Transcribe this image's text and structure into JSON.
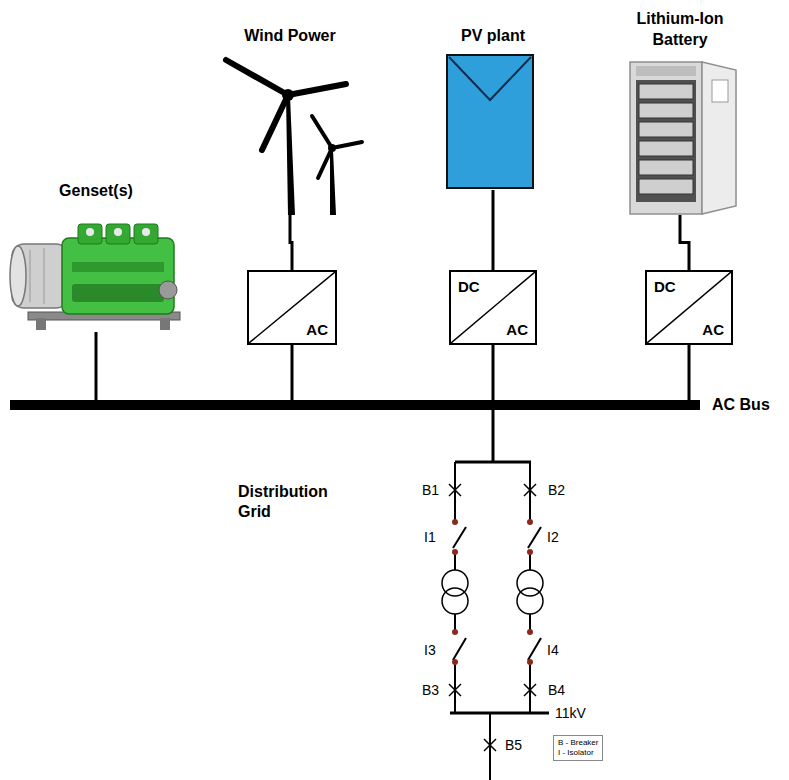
{
  "diagram": {
    "nodes": [
      {
        "text": [
          "Genset(s)"
        ]
      },
      {
        "text": [
          "Wind Power"
        ]
      },
      {
        "text": [
          "PV plant"
        ]
      },
      {
        "text": [
          "Lithium-Ion Battery"
        ]
      },
      {
        "text": [
          "AC"
        ]
      },
      {
        "text": [
          "DC",
          "AC"
        ]
      },
      {
        "text": [
          "DC",
          "AC"
        ]
      },
      {
        "text": [
          "AC Bus"
        ]
      },
      {
        "text": [
          "B - Breaker",
          "I - Isolator"
        ]
      }
    ],
    "edges": [
      {
        "from": 0,
        "to": 7,
        "arrow": "none"
      },
      {
        "from": 1,
        "to": 4,
        "arrow": "none"
      },
      {
        "from": 4,
        "to": 7,
        "arrow": "none"
      },
      {
        "from": 2,
        "to": 5,
        "arrow": "none"
      },
      {
        "from": 5,
        "to": 7,
        "arrow": "none"
      },
      {
        "from": 3,
        "to": 6,
        "arrow": "none"
      },
      {
        "from": 6,
        "to": 7,
        "arrow": "none"
      }
    ],
    "labels": [
      "Distribution Grid",
      "B1",
      "B2",
      "I1",
      "I2",
      "I3",
      "I4",
      "B3",
      "B4",
      "11kV",
      "B5"
    ]
  }
}
